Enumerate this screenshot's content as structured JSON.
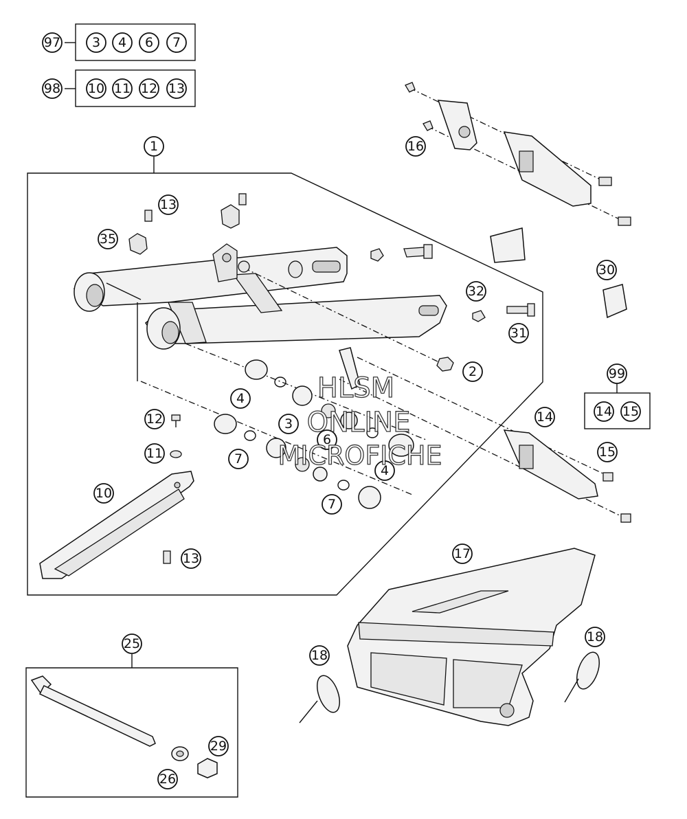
{
  "sets": [
    {
      "key": "97",
      "items": [
        "3",
        "4",
        "6",
        "7"
      ]
    },
    {
      "key": "98",
      "items": [
        "10",
        "11",
        "12",
        "13"
      ]
    },
    {
      "key": "99",
      "items": [
        "14",
        "15"
      ]
    }
  ],
  "callouts": {
    "c1": "1",
    "c2": "2",
    "c4a": "4",
    "c4b": "4",
    "c3": "3",
    "c6": "6",
    "c7a": "7",
    "c7b": "7",
    "c10": "10",
    "c11": "11",
    "c12": "12",
    "c13a": "13",
    "c13b": "13",
    "c14": "14",
    "c15": "15",
    "c16": "16",
    "c17": "17",
    "c18a": "18",
    "c18b": "18",
    "c25": "25",
    "c26": "26",
    "c29": "29",
    "c30": "30",
    "c31": "31",
    "c32": "32",
    "c35": "35"
  },
  "watermark": {
    "line1": "HLSM",
    "line2": "ONLINE",
    "line3": "MICROFICHE"
  }
}
